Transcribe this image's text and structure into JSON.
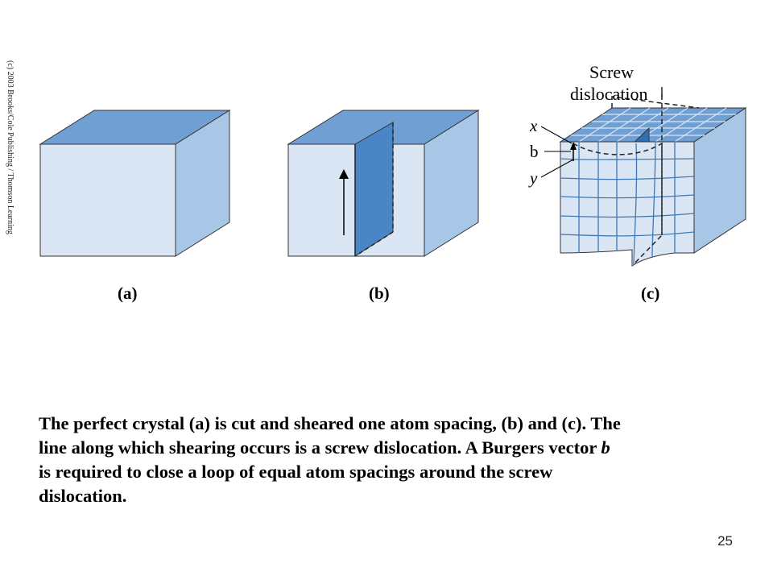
{
  "copyright": "(c) 2003 Brooks/Cole Publishing / Thomson Learning",
  "figure": {
    "panel_labels": [
      "(a)",
      "(b)",
      "(c)"
    ],
    "screw_label_line1": "Screw",
    "screw_label_line2": "dislocation",
    "label_x": "x",
    "label_b": "b",
    "label_y": "y"
  },
  "caption": {
    "line1": "The perfect crystal (a) is cut and sheared one atom spacing, (b) and (c).  The",
    "line2_pre": "line along which shearing occurs is a screw dislocation.  A Burgers vector ",
    "line2_b": "b",
    "line3": "is required to close a loop of equal atom spacings around the screw",
    "line4": "dislocation."
  },
  "page_number": "25",
  "colors": {
    "front_face": "#dbe6f4",
    "top_face": "#6f9fd3",
    "side_face": "#a8c6e6",
    "cut_plane": "#4a86c5",
    "outline": "#333333"
  }
}
